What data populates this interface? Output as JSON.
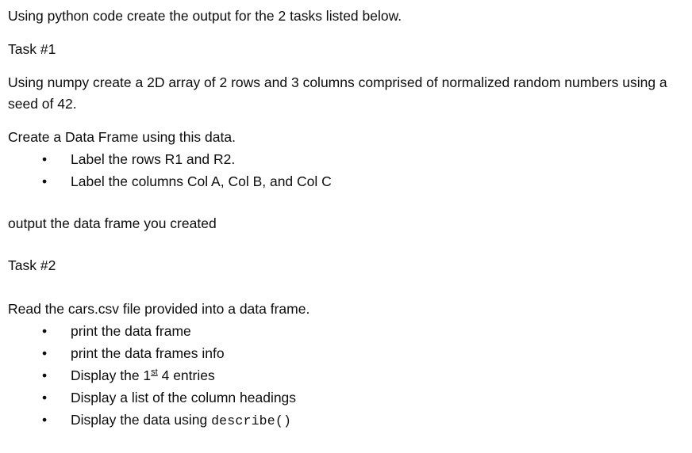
{
  "document": {
    "intro": "Using python code create the output for the 2 tasks listed below.",
    "task1": {
      "heading": "Task #1",
      "description": "Using numpy create a 2D array of 2 rows and 3 columns comprised of normalized random numbers using a seed of 42.",
      "dataframe_instruction": "Create a Data Frame using this data.",
      "bullets": [
        {
          "text": "Label the rows R1 and R2."
        },
        {
          "text": "Label the columns Col A, Col B, and Col C"
        }
      ],
      "output_instruction": "output the data frame you created"
    },
    "task2": {
      "heading": "Task #2",
      "description": "Read the cars.csv file provided into a data frame.",
      "bullets": [
        {
          "pre": "print the data frame",
          "ordinal": "",
          "post": "",
          "code": ""
        },
        {
          "pre": "print the data frames info",
          "ordinal": "",
          "post": "",
          "code": ""
        },
        {
          "pre": "Display the 1",
          "ordinal": "st",
          "post": " 4 entries",
          "code": ""
        },
        {
          "pre": "Display a list of the column headings",
          "ordinal": "",
          "post": "",
          "code": ""
        },
        {
          "pre": "Display the data using ",
          "ordinal": "",
          "post": "",
          "code": "describe()"
        }
      ]
    },
    "bullet_glyph": "•",
    "colors": {
      "text": "#0d0d0d",
      "background": "#ffffff"
    }
  }
}
